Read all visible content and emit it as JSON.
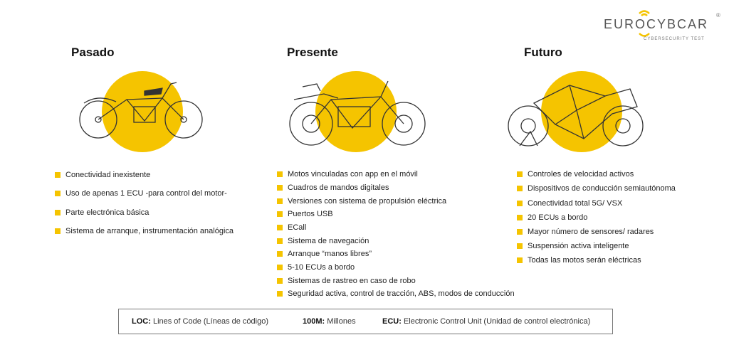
{
  "logo": {
    "name": "EUROCYBCAR",
    "tagline": "CYBERSECURITY TEST",
    "reg": "®"
  },
  "columns": [
    {
      "title": "Pasado",
      "items": [
        "Conectividad inexistente",
        "Uso de apenas 1 ECU -para control del motor-",
        "Parte electrónica básica",
        "Sistema de arranque, instrumentación analógica"
      ]
    },
    {
      "title": "Presente",
      "items": [
        "Motos vinculadas con app en el móvil",
        "Cuadros de mandos digitales",
        "Versiones con sistema de propulsión eléctrica",
        "Puertos USB",
        "ECall",
        "Sistema de navegación",
        "Arranque “manos libres”",
        "5-10 ECUs a bordo",
        "Sistemas de rastreo en caso de robo",
        "Seguridad activa, control de tracción, ABS, modos de conducción"
      ]
    },
    {
      "title": "Futuro",
      "items": [
        "Controles de velocidad activos",
        "Dispositivos de conducción semiautónoma",
        "Conectividad total 5G/ VSX",
        "20 ECUs a bordo",
        "Mayor número de sensores/ radares",
        "Suspensión activa inteligente",
        "Todas las motos serán eléctricas"
      ]
    }
  ],
  "legend": [
    {
      "term": "LOC:",
      "desc": " Lines of Code (Líneas de código)"
    },
    {
      "term": "100M:",
      "desc": " Millones"
    },
    {
      "term": "ECU:",
      "desc": " Electronic Control Unit (Unidad de control electrónica)"
    }
  ],
  "colors": {
    "accent": "#F5C400"
  }
}
